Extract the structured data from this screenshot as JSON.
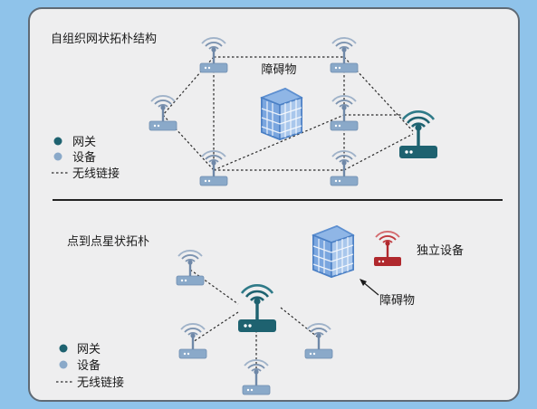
{
  "colors": {
    "background": "#8fc3ea",
    "panel": "#eeeeef",
    "panel_border": "#5f6a75",
    "gateway": "#1e6270",
    "device": "#8aa9c9",
    "device_light": "#b7cde3",
    "wireless_wave": "#7c93b0",
    "standalone_device": "#b0282d",
    "obstacle": "#5d8fd0",
    "link": "#2a2a2a"
  },
  "mesh": {
    "title": "自组织网状拓朴结构",
    "obstacle_label": "障碍物",
    "legend": {
      "gateway": "网关",
      "device": "设备",
      "link": "无线链接"
    }
  },
  "star": {
    "title": "点到点星状拓朴",
    "obstacle_label": "障碍物",
    "standalone_label": "独立设备",
    "legend": {
      "gateway": "网关",
      "device": "设备",
      "link": "无线链接"
    }
  }
}
